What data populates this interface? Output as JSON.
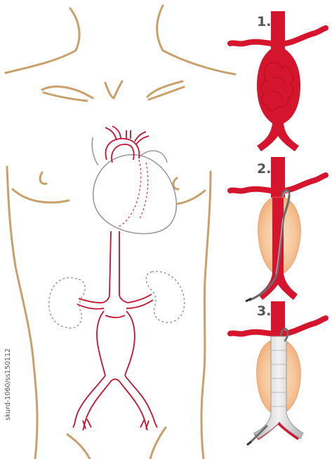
{
  "steps": [
    {
      "number": "1.",
      "description": "aneurysm"
    },
    {
      "number": "2.",
      "description": "guidewire inserted"
    },
    {
      "number": "3.",
      "description": "stent graft placed"
    }
  ],
  "credit": "skurd-1060/ss150112",
  "colors": {
    "skin_outline": "#c9a06a",
    "artery": "#d5152d",
    "artery_outline": "#c8102e",
    "organ_outline": "#9a9a9a",
    "aneurysm_sac": "#f4c49a",
    "stent": "#cfcfcf",
    "guidewire": "#7a7a7a"
  }
}
